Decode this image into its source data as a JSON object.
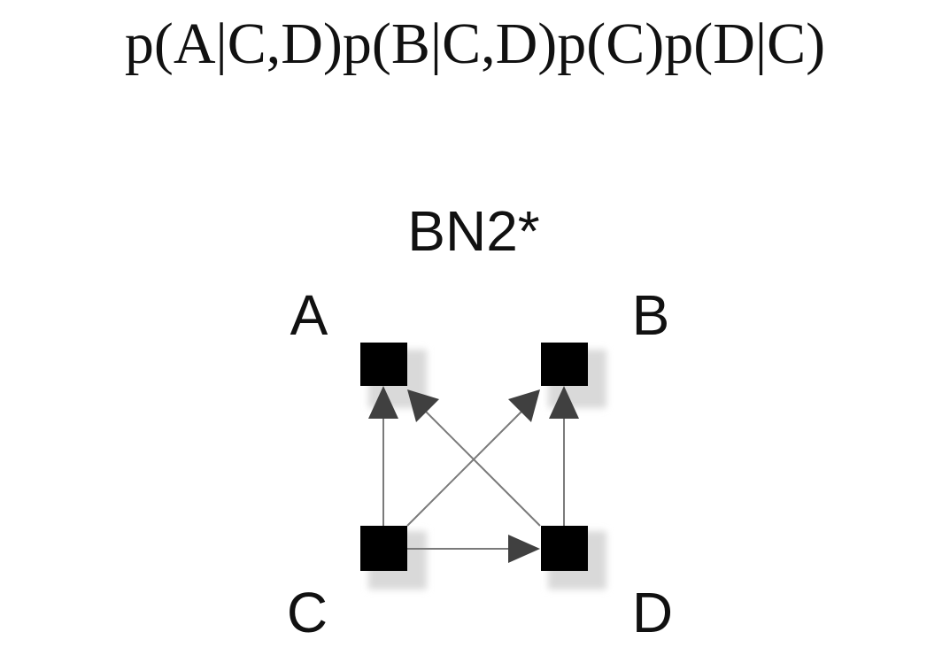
{
  "formula": "p(A|C,D)p(B|C,D)p(C)p(D|C)",
  "diagram": {
    "title": "BN2*",
    "nodes": [
      {
        "id": "A",
        "label": "A"
      },
      {
        "id": "B",
        "label": "B"
      },
      {
        "id": "C",
        "label": "C"
      },
      {
        "id": "D",
        "label": "D"
      }
    ],
    "edges": [
      {
        "from": "C",
        "to": "A"
      },
      {
        "from": "C",
        "to": "B"
      },
      {
        "from": "C",
        "to": "D"
      },
      {
        "from": "D",
        "to": "A"
      },
      {
        "from": "D",
        "to": "B"
      }
    ],
    "colors": {
      "node": "#000000",
      "shadow": "#d9d9d9",
      "edge": "#7a7a7a",
      "arrowhead": "#404040",
      "text": "#111111"
    }
  }
}
